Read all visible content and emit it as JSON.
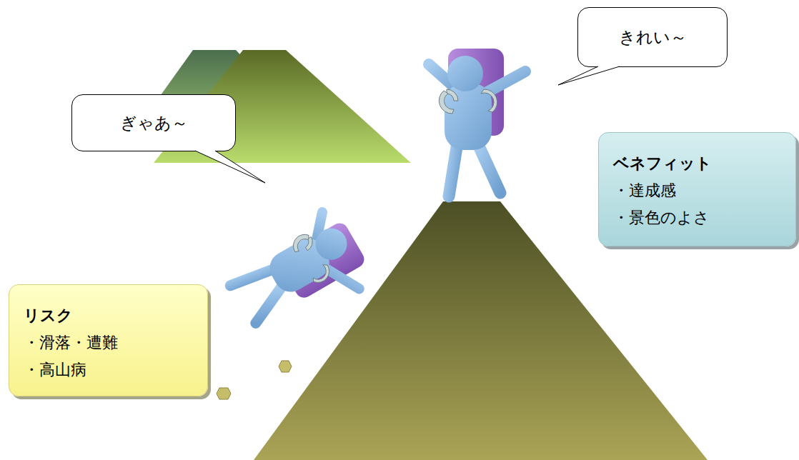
{
  "diagram": {
    "nodes": [
      {
        "text": [
          "きれい～"
        ]
      },
      {
        "text": [
          "ぎゃあ～"
        ]
      },
      {
        "text": [
          "ベネフィット",
          "・達成感",
          "・景色のよさ"
        ]
      },
      {
        "text": [
          "リスク",
          "・滑落・遭難",
          "・高山病"
        ]
      }
    ]
  }
}
